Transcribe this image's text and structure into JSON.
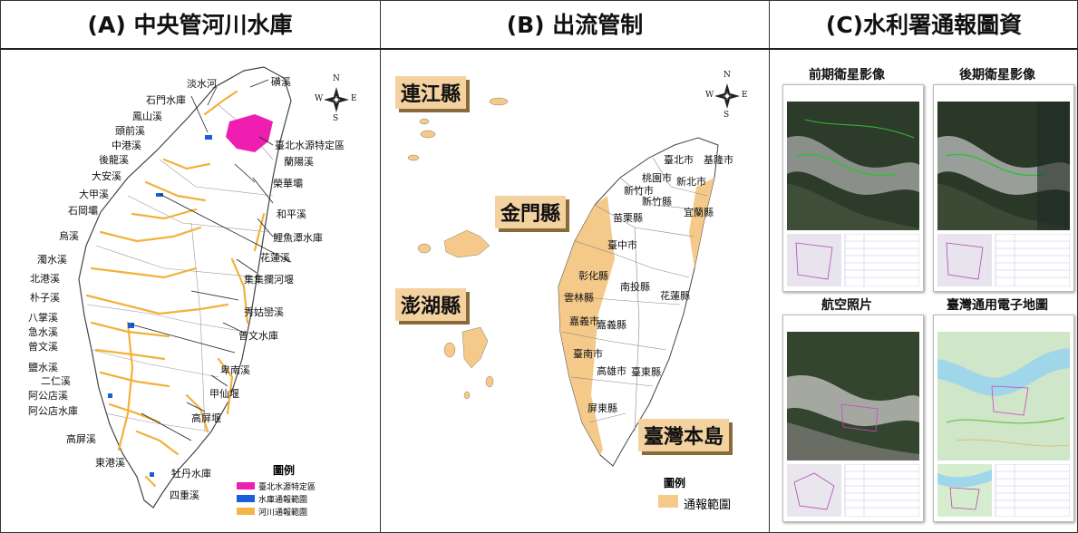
{
  "panels": {
    "a_title": "(A) 中央管河川水庫",
    "b_title": "(B) 出流管制",
    "c_title": "(C)水利署通報圖資"
  },
  "panel_a": {
    "labels": [
      {
        "text": "淡水河"
      },
      {
        "text": "磺溪"
      },
      {
        "text": "石門水庫"
      },
      {
        "text": "鳳山溪"
      },
      {
        "text": "頭前溪"
      },
      {
        "text": "中港溪"
      },
      {
        "text": "後龍溪"
      },
      {
        "text": "大安溪"
      },
      {
        "text": "大甲溪"
      },
      {
        "text": "石岡壩"
      },
      {
        "text": "烏溪"
      },
      {
        "text": "濁水溪"
      },
      {
        "text": "北港溪"
      },
      {
        "text": "朴子溪"
      },
      {
        "text": "八掌溪"
      },
      {
        "text": "急水溪"
      },
      {
        "text": "曾文溪"
      },
      {
        "text": "鹽水溪"
      },
      {
        "text": "二仁溪"
      },
      {
        "text": "阿公店溪"
      },
      {
        "text": "阿公店水庫"
      },
      {
        "text": "高屏溪"
      },
      {
        "text": "東港溪"
      },
      {
        "text": "牡丹水庫"
      },
      {
        "text": "四重溪"
      },
      {
        "text": "臺北水源特定區"
      },
      {
        "text": "蘭陽溪"
      },
      {
        "text": "榮華壩"
      },
      {
        "text": "和平溪"
      },
      {
        "text": "鯉魚潭水庫"
      },
      {
        "text": "花蓮溪"
      },
      {
        "text": "集集攔河堰"
      },
      {
        "text": "秀姑巒溪"
      },
      {
        "text": "曾文水庫"
      },
      {
        "text": "卑南溪"
      },
      {
        "text": "甲仙堰"
      },
      {
        "text": "高屏堰"
      }
    ],
    "compass": {
      "n": "N",
      "s": "S",
      "e": "E",
      "w": "W"
    },
    "legend": {
      "title": "圖例",
      "items": [
        {
          "label": "臺北水源特定區",
          "color": "#ee1fb0"
        },
        {
          "label": "水庫通報範圍",
          "color": "#1a5fd6"
        },
        {
          "label": "河川通報範圍",
          "color": "#f4b547"
        }
      ]
    }
  },
  "panel_b": {
    "tags": {
      "lienchiang": "連江縣",
      "kinmen": "金門縣",
      "penghu": "澎湖縣",
      "main": "臺灣本島"
    },
    "counties": [
      {
        "text": "臺北市"
      },
      {
        "text": "基隆市"
      },
      {
        "text": "桃園市"
      },
      {
        "text": "新北市"
      },
      {
        "text": "新竹市"
      },
      {
        "text": "新竹縣"
      },
      {
        "text": "苗栗縣"
      },
      {
        "text": "宜蘭縣"
      },
      {
        "text": "臺中市"
      },
      {
        "text": "彰化縣"
      },
      {
        "text": "南投縣"
      },
      {
        "text": "花蓮縣"
      },
      {
        "text": "雲林縣"
      },
      {
        "text": "嘉義市"
      },
      {
        "text": "嘉義縣"
      },
      {
        "text": "臺南市"
      },
      {
        "text": "高雄市"
      },
      {
        "text": "臺東縣"
      },
      {
        "text": "屏東縣"
      }
    ],
    "compass": {
      "n": "N",
      "s": "S",
      "e": "E",
      "w": "W"
    },
    "legend": {
      "title": "圖例",
      "item": "通報範圍",
      "color": "#f4c98a"
    }
  },
  "panel_c": {
    "cards": [
      {
        "title": "前期衛星影像"
      },
      {
        "title": "後期衛星影像"
      },
      {
        "title": "航空照片"
      },
      {
        "title": "臺灣通用電子地圖"
      }
    ]
  }
}
